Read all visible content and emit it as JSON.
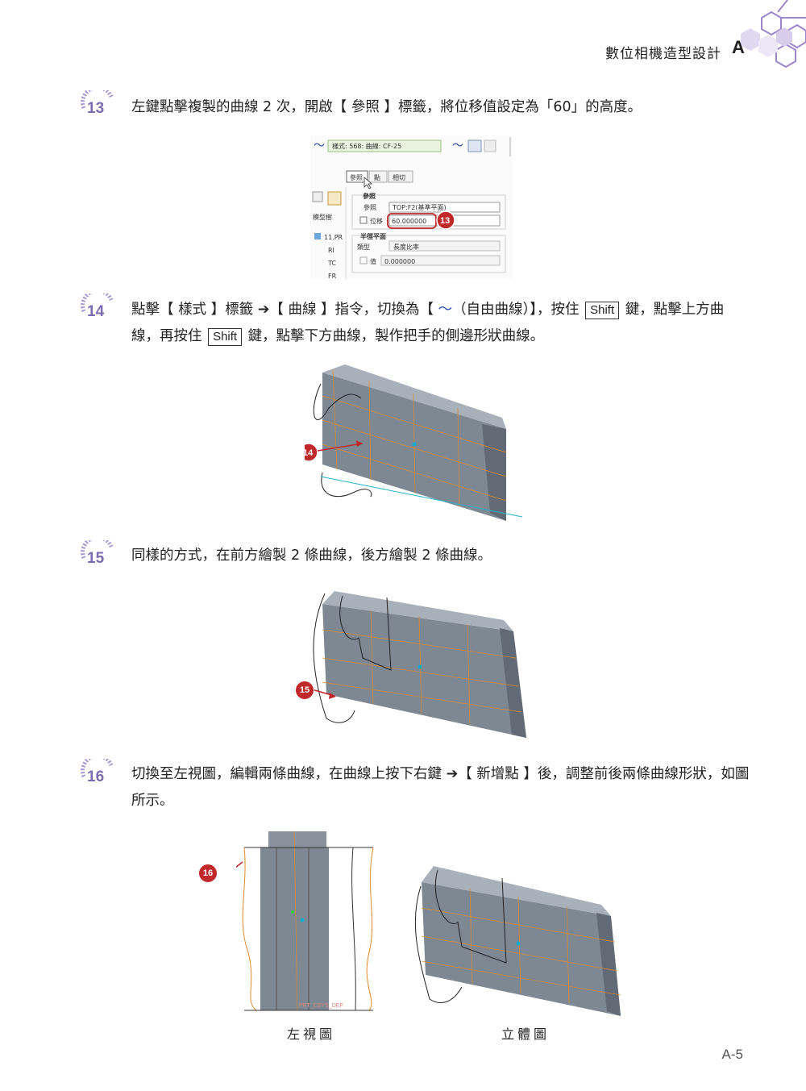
{
  "header": {
    "title": "數位相機造型設計",
    "letter": "A"
  },
  "steps": [
    {
      "num": "13",
      "text": "左鍵點擊複製的曲線 2 次，開啟【 參照 】標籤，將位移值設定為「60」的高度。"
    },
    {
      "num": "14",
      "text_a": "點擊【 樣式 】標籤 ",
      "text_b": "【 曲線 】指令，切換為【 ",
      "text_c": "（自由曲線）】，按住 ",
      "key1": "Shift",
      "text_d": " 鍵，點擊上方曲線，再按住 ",
      "key2": "Shift",
      "text_e": " 鍵，點擊下方曲線，製作把手的側邊形狀曲線。"
    },
    {
      "num": "15",
      "text": "同樣的方式，在前方繪製 2 條曲線，後方繪製 2 條曲線。"
    },
    {
      "num": "16",
      "text_a": "切換至左視圖，編輯兩條曲線，在曲線上按下右鍵 ",
      "text_b": "【 新增點 】後，調整前後兩條曲線形狀，如圖所示。"
    }
  ],
  "arrow_symbol": "➔",
  "freeform_icon": "～",
  "ui_panel": {
    "style_label": "樣式: 568: 曲線: CF-25",
    "tabs": [
      "參照",
      "點",
      "相切"
    ],
    "section_ref": "參照",
    "ref_label": "參照",
    "ref_value": "TOP:F2(基準平面)",
    "offset_label": "位移",
    "offset_value": "60.000000",
    "radius_section": "半徑平面",
    "type_label": "類型",
    "type_value": "長度比率",
    "value_label": "值",
    "value_value": "0.000000",
    "tree_label": "模型樹",
    "tree_items": [
      "11.PR",
      "RI",
      "TC",
      "FR"
    ]
  },
  "callouts": {
    "c13": "13",
    "c14": "14",
    "c15": "15",
    "c16": "16"
  },
  "view_label": "PRT_CSYS_DEF",
  "captions": {
    "left": "左視圖",
    "right": "立體圖"
  },
  "page_number": "A-5",
  "colors": {
    "accent_purple": "#7b6bb0",
    "callout_red": "#c0282a",
    "model_gray": "#7e8893",
    "curve_orange": "#e08a2a"
  }
}
